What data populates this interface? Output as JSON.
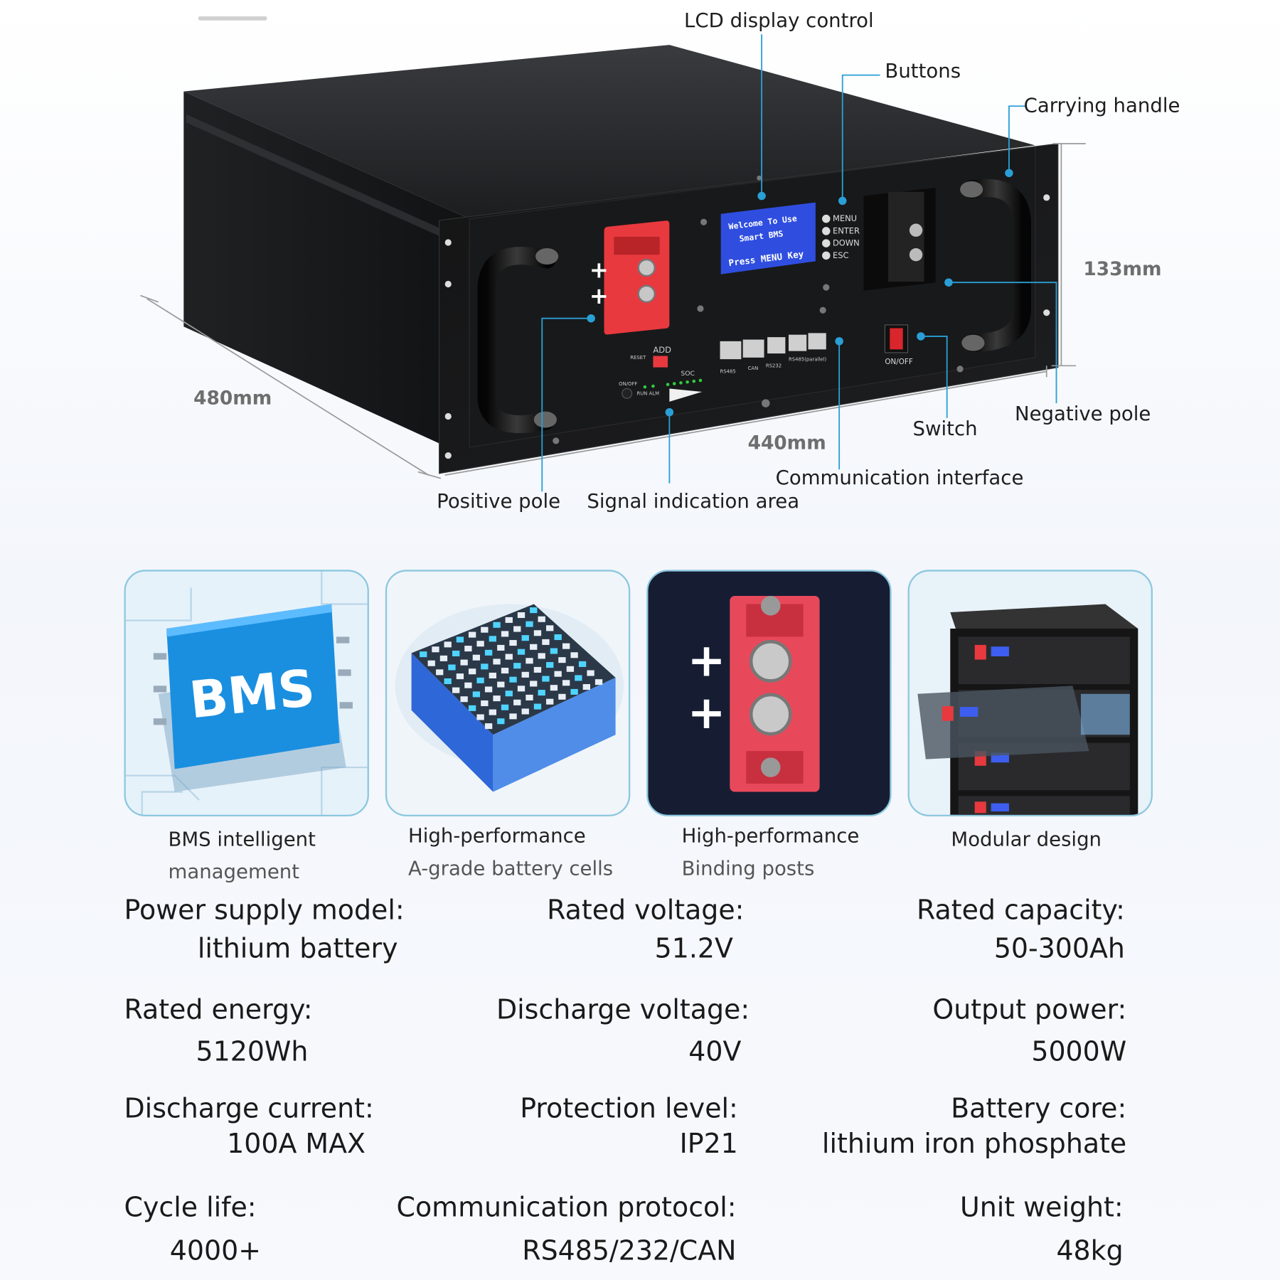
{
  "diagram": {
    "labels": {
      "lcd": "LCD display control",
      "buttons": "Buttons",
      "handle": "Carrying handle",
      "negative": "Negative pole",
      "switch": "Switch",
      "comm": "Communication interface",
      "signal": "Signal indication area",
      "positive": "Positive pole"
    },
    "dimensions": {
      "depth": "480mm",
      "width": "440mm",
      "height": "133mm"
    },
    "screen": {
      "line1": "Welcome To Use",
      "line2": "Smart BMS",
      "line3": "Press MENU Key"
    },
    "button_names": [
      "MENU",
      "ENTER",
      "DOWN",
      "ESC"
    ],
    "ports": [
      "RS485",
      "CAN",
      "RS232",
      "RS485(parallel)"
    ],
    "panel_marks": {
      "reset": "RESET",
      "add": "ADD",
      "soc": "SOC",
      "onoff_led": "ON/OFF",
      "run_alm": "RUN ALM",
      "switch": "ON/OFF"
    },
    "bms_text": "BMS"
  },
  "features": [
    {
      "line1": "BMS intelligent",
      "line2": "management"
    },
    {
      "line1": "High-performance",
      "line2": "A-grade battery cells"
    },
    {
      "line1": "High-performance",
      "line2": "Binding posts"
    },
    {
      "line1": "Modular design",
      "line2": ""
    }
  ],
  "specs": [
    {
      "label": "Power supply model:",
      "value": "lithium battery"
    },
    {
      "label": "Rated voltage:",
      "value": "51.2V"
    },
    {
      "label": "Rated capacity:",
      "value": "50-300Ah"
    },
    {
      "label": "Rated energy:",
      "value": "5120Wh"
    },
    {
      "label": "Discharge voltage:",
      "value": "40V"
    },
    {
      "label": "Output power:",
      "value": "5000W"
    },
    {
      "label": "Discharge current:",
      "value": "100A MAX"
    },
    {
      "label": "Protection level:",
      "value": "IP21"
    },
    {
      "label": "Battery core:",
      "value": "lithium iron phosphate"
    },
    {
      "label": "Cycle life:",
      "value": "4000+"
    },
    {
      "label": "Communication protocol:",
      "value": "RS485/232/CAN"
    },
    {
      "label": "Unit weight:",
      "value": "48kg"
    }
  ],
  "colors": {
    "accent": "#2a9fd6",
    "terminal_red": "#e8393f",
    "lcd_blue": "#2f4ee0",
    "chassis": "#1b1b1c"
  }
}
